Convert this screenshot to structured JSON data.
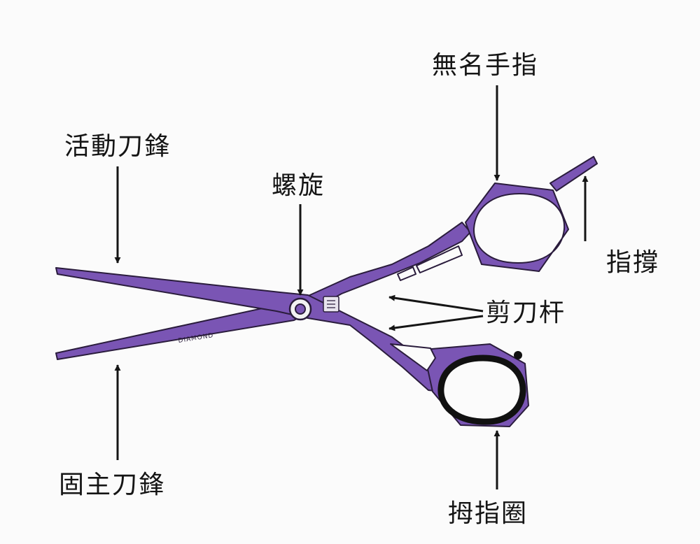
{
  "labels": {
    "moving_blade": "活動刀鋒",
    "fixed_blade": "固主刀鋒",
    "pivot_screw": "螺旋",
    "ring_finger": "無名手指",
    "finger_rest": "指撐",
    "shanks": "剪刀杆",
    "thumb_ring": "拇指圈"
  },
  "blade_engraving": "DIAMOND",
  "colors": {
    "scissors": "#7a55b4",
    "outline": "#2a1c3c",
    "text": "#151515",
    "background": "#fbfbfb"
  }
}
